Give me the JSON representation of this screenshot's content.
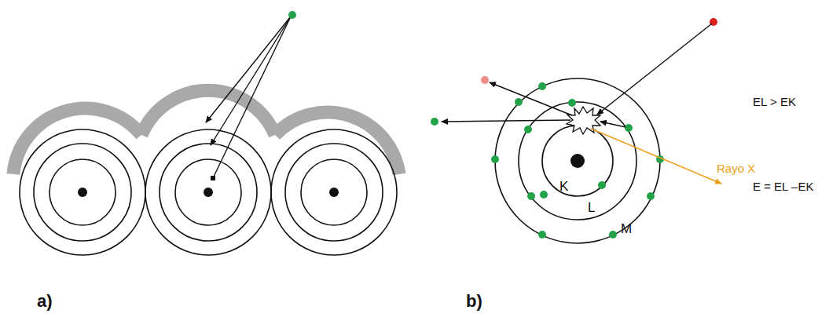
{
  "diagram": {
    "labels": [
      "a)",
      "b)",
      "K",
      "L",
      "M",
      "EL > EK",
      "Rayo X",
      "E = EL –EK"
    ]
  }
}
